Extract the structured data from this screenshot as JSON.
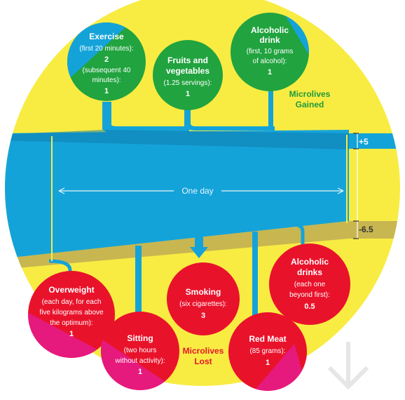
{
  "colors": {
    "yellow": "#f8ec43",
    "blue": "#14a3d9",
    "dark_blue": "#0e7eae",
    "tan": "#c8b651",
    "green": "#21a33f",
    "red": "#e9122b",
    "magenta": "#e6197d",
    "label_green": "#1f9a3c",
    "label_red": "#e8142a"
  },
  "gained": {
    "label_line1": "Microlives",
    "label_line2": "Gained",
    "scale_value": "+5",
    "items": [
      {
        "title": "Exercise",
        "lines": [
          "(first 20 minutes):",
          "2",
          "(subsequent 40",
          "minutes):",
          "1"
        ]
      },
      {
        "title": "Fruits and",
        "title2": "vegetables",
        "lines": [
          "(1.25 servings):",
          "1"
        ]
      },
      {
        "title": "Alcoholic",
        "title2": "drink",
        "lines": [
          "(first, 10 grams",
          "of alcohol):",
          "1"
        ]
      }
    ]
  },
  "band": {
    "label": "One day"
  },
  "lost": {
    "label_line1": "Microlives",
    "label_line2": "Lost",
    "scale_value": "-6.5",
    "items": [
      {
        "title": "Overweight",
        "lines": [
          "(each day, for each",
          "five kilograms above",
          "the optimum):",
          "1"
        ]
      },
      {
        "title": "Sitting",
        "lines": [
          "(two hours",
          "without activity):",
          "1"
        ]
      },
      {
        "title": "Smoking",
        "lines": [
          "(six cigarettes):",
          "3"
        ]
      },
      {
        "title": "Red Meat",
        "lines": [
          "(85 grams):",
          "1"
        ]
      },
      {
        "title": "Alcoholic",
        "title2": "drinks",
        "lines": [
          "(each one",
          "beyond first):",
          "0.5"
        ]
      }
    ]
  },
  "icons": {
    "down_arrow": "arrow-down-icon"
  }
}
